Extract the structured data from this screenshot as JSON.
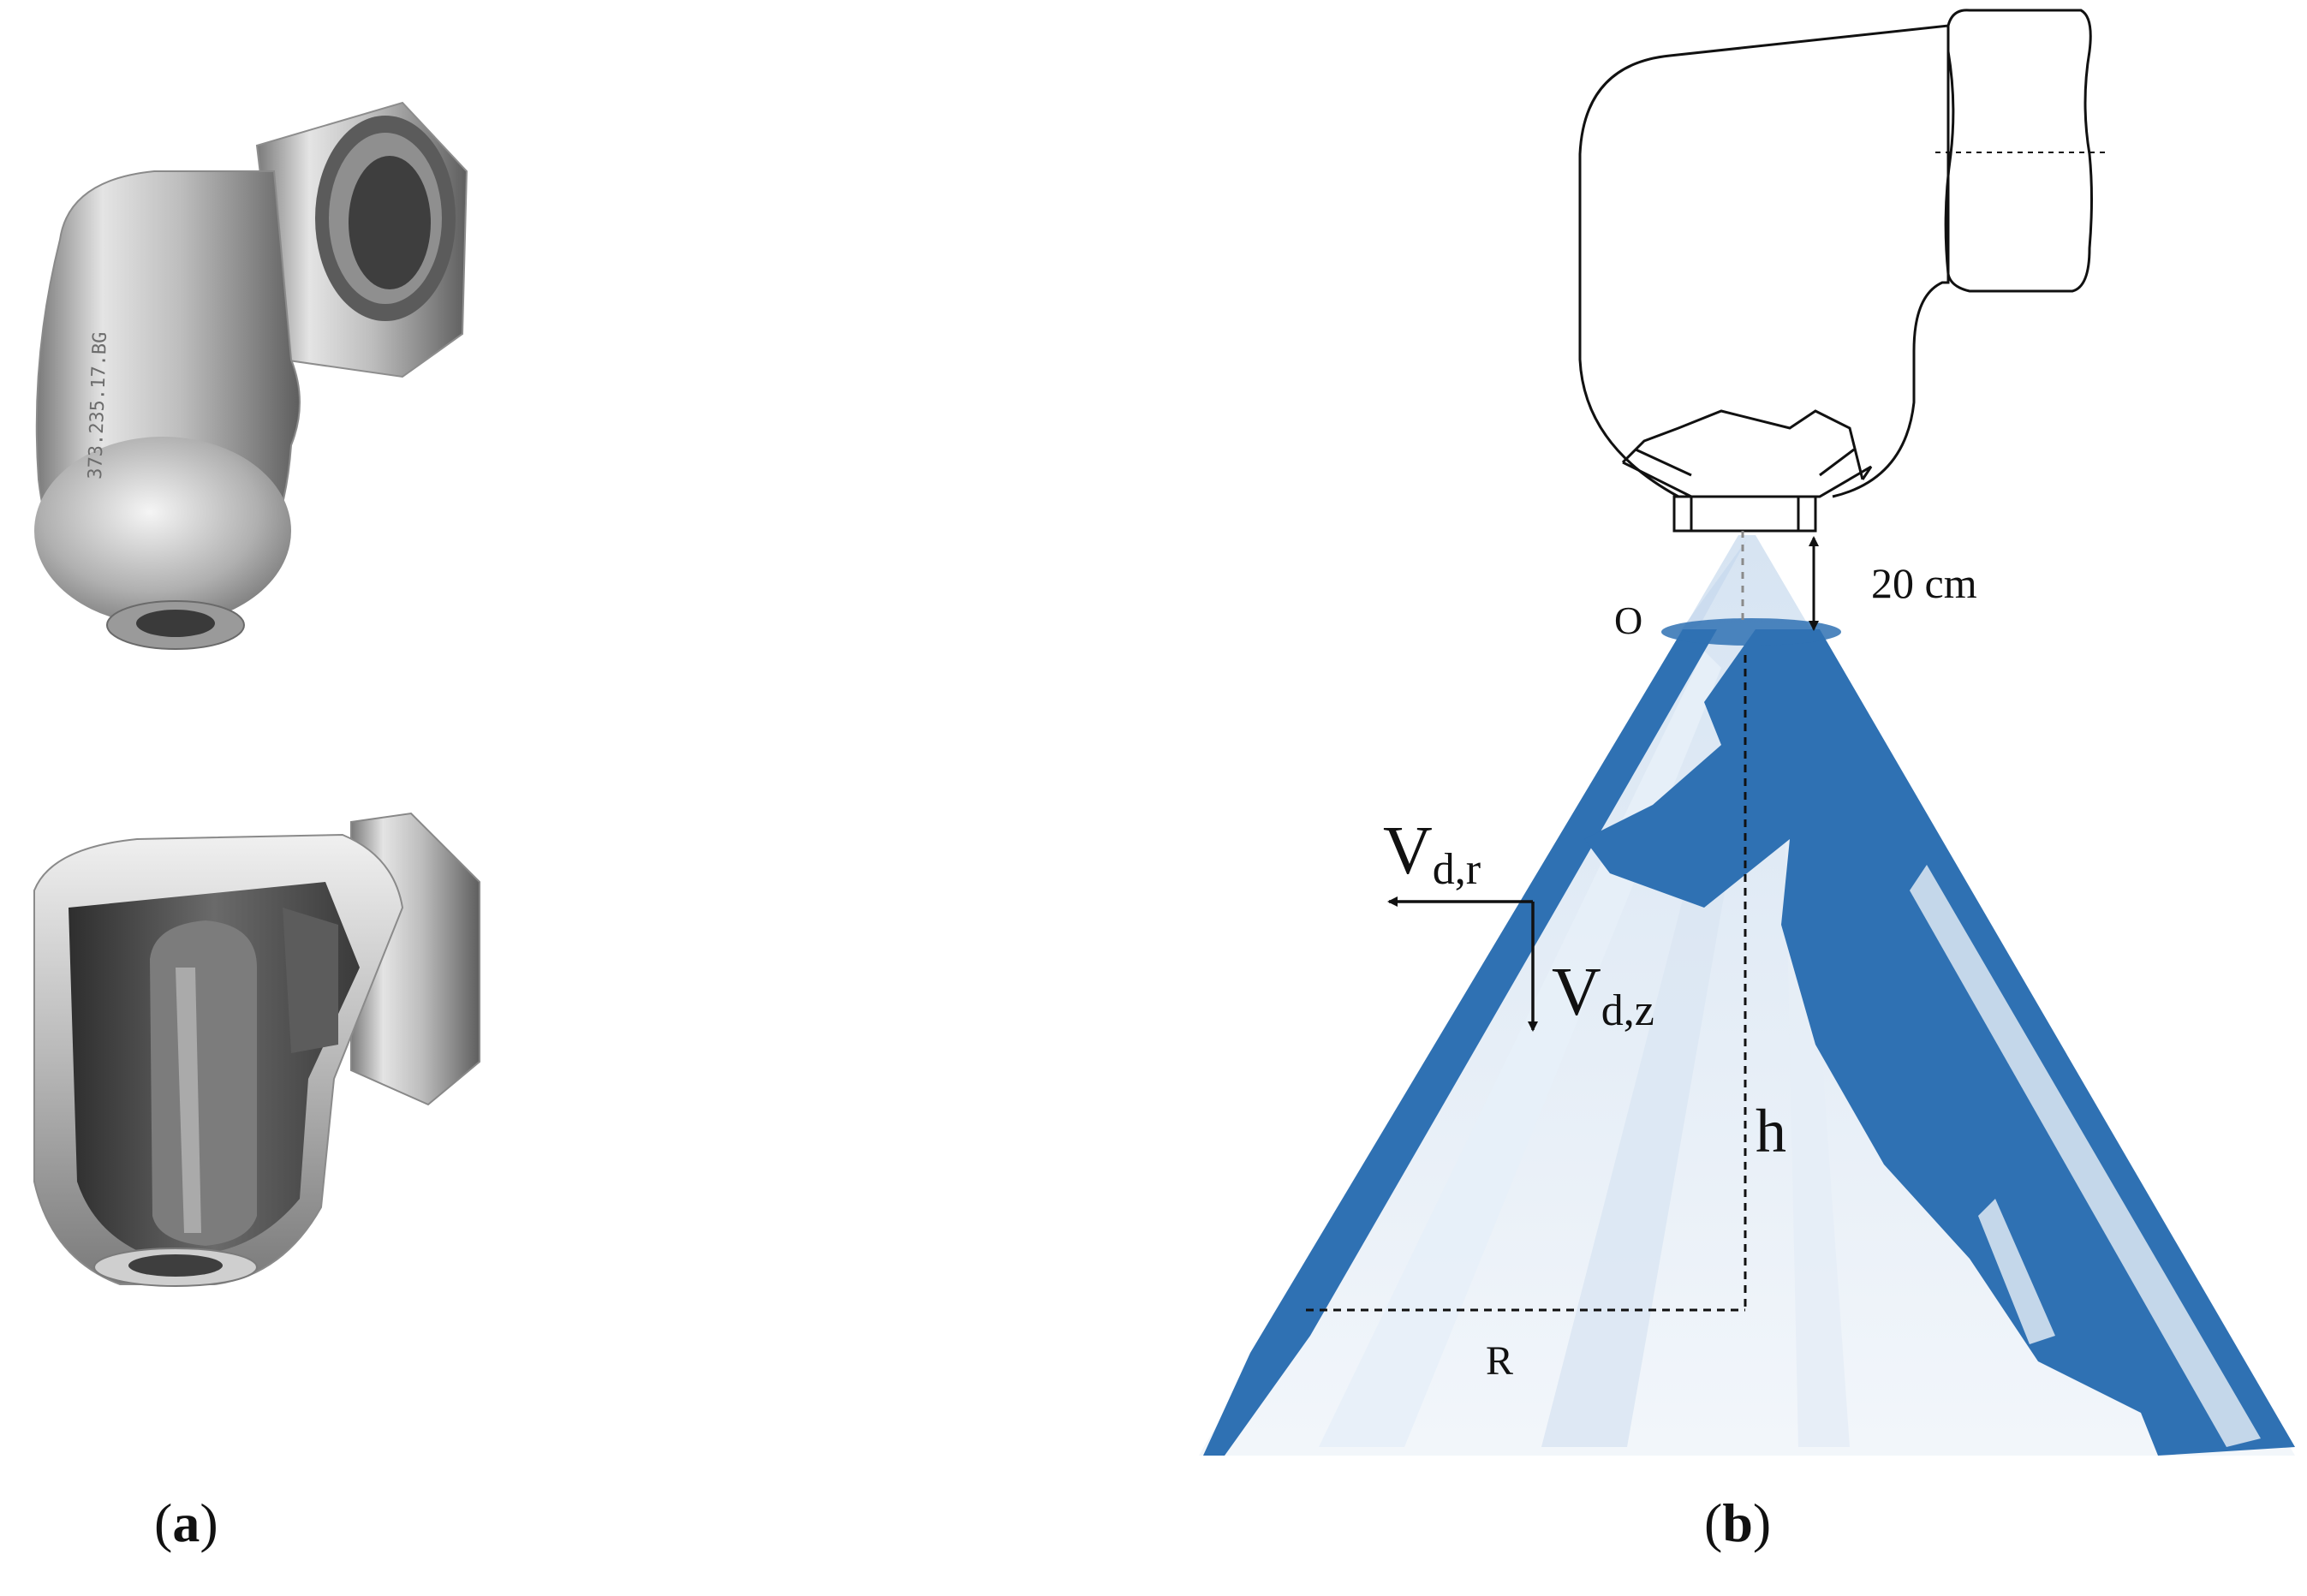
{
  "panels": {
    "a": {
      "label_open": "(",
      "label_letter": "a",
      "label_close": ")"
    },
    "b": {
      "label_open": "(",
      "label_letter": "b",
      "label_close": ")"
    }
  },
  "nozzle_marking": "373.235.17.BG",
  "labels": {
    "distance": "20 cm",
    "origin": "O",
    "height": "h",
    "radius": "R",
    "vr_main": "V",
    "vr_sub": "d,r",
    "vz_main": "V",
    "vz_sub": "d,z"
  },
  "colors": {
    "spray_blue": "#2f71b3",
    "spray_light": "#dfe9f4",
    "metal_light": "#e6e6e6",
    "metal_dark": "#6e6e6e",
    "line": "#111111"
  }
}
